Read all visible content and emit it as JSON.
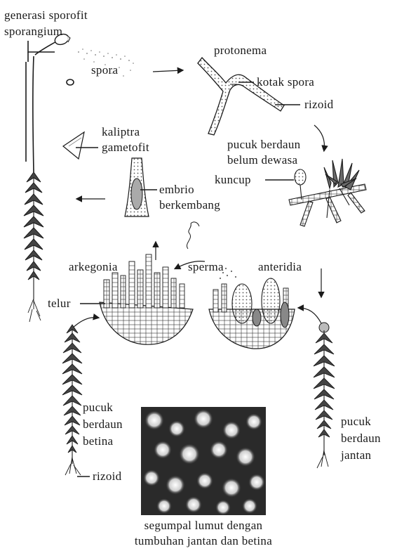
{
  "labels": {
    "gen_sporofit_1": "generasi sporofit",
    "gen_sporofit_2": "sporangium",
    "spora": "spora",
    "protonema": "protonema",
    "kotak_spora": "kotak spora",
    "rizoid_top": "rizoid",
    "kaliptra": "kaliptra",
    "gametofit": "gametofit",
    "pucuk_muda_1": "pucuk berdaun",
    "pucuk_muda_2": "belum dewasa",
    "kuncup": "kuncup",
    "embrio_1": "embrio",
    "embrio_2": "berkembang",
    "arkegonia": "arkegonia",
    "sperma": "sperma",
    "anteridia": "anteridia",
    "telur": "telur",
    "betina_1": "pucuk",
    "betina_2": "berdaun",
    "betina_3": "betina",
    "rizoid_bottom": "rizoid",
    "jantan_1": "pucuk",
    "jantan_2": "berdaun",
    "jantan_3": "jantan",
    "caption_1": "segumpal lumut dengan",
    "caption_2": "tumbuhan jantan dan betina"
  },
  "colors": {
    "ink": "#1a1a1a",
    "photo_dark": "#2a2a2a",
    "photo_light": "#d8d8d8"
  }
}
